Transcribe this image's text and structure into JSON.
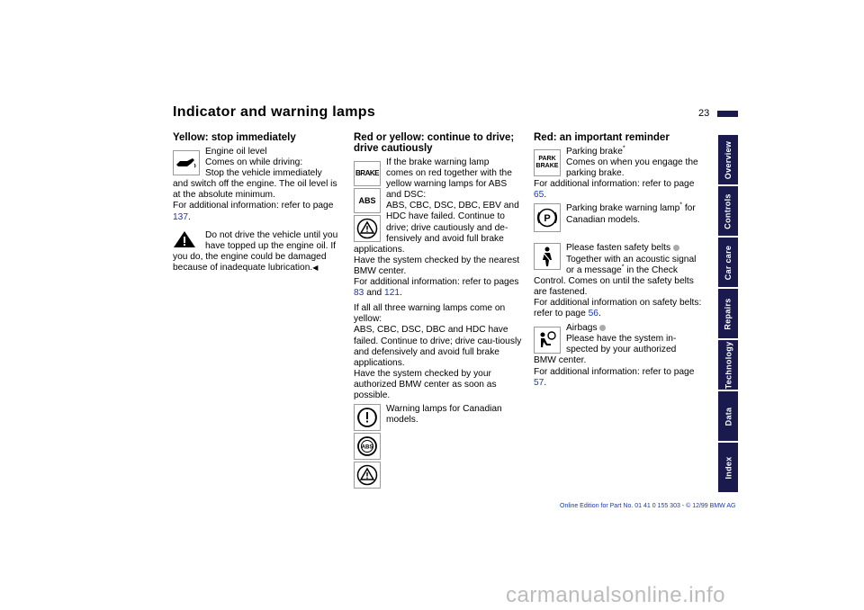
{
  "page": {
    "title": "Indicator and warning lamps",
    "number": "23"
  },
  "colors": {
    "accent": "#1a1a4e",
    "link": "#1a3aa8"
  },
  "left": {
    "heading": "Yellow: stop immediately",
    "oil_icon": "engine-oil-icon",
    "oil_lines": [
      "Engine oil level",
      "Comes on while driving:",
      "Stop the vehicle immediately"
    ],
    "oil_body": "and switch off the engine. The oil level is at the absolute minimum.",
    "oil_info": "For additional information: refer to page",
    "oil_page": "137",
    "warn_icon": "warning-triangle-icon",
    "warn_lines": [
      "Do not drive the vehicle until you",
      "have topped up the engine oil. If"
    ],
    "warn_body": "you do, the engine could be damaged because of inadequate lubrication.",
    "end_mark": "◀"
  },
  "middle": {
    "heading": "Red or yellow: continue to drive; drive cautiously",
    "brake_icon_text": "BRAKE",
    "abs_icon_text": "ABS",
    "lines": [
      "If the brake warning lamp",
      "comes on red together with the",
      "yellow warning lamps for ABS",
      "and DSC:",
      "ABS, CBC, DSC, DBC, EBV and",
      "HDC have failed. Continue to",
      "drive; drive cautiously and de-",
      "fensively and avoid full brake"
    ],
    "body1": "applications.",
    "body2": "Have the system checked by the nearest BMW center.",
    "body3": "For additional information: refer to pages",
    "page_a": "83",
    "and": "and",
    "page_b": "121",
    "para2": "If all all three warning lamps come on yellow:",
    "para2b": "ABS, CBC, DSC, DBC and HDC have failed. Continue to drive; drive cau-tiously and defensively and avoid full brake applications.",
    "para2c": "Have the system checked by your authorized BMW center as soon as possible.",
    "canada": [
      "Warning lamps for Canadian",
      "models."
    ]
  },
  "right": {
    "heading": "Red: an important reminder",
    "park_icon_text": [
      "PARK",
      "BRAKE"
    ],
    "park_lines": [
      "Parking brake",
      "Comes on when you engage the",
      "parking brake."
    ],
    "park_info": "For additional information: refer to page",
    "park_page": "65",
    "p_lamp": [
      "Parking brake warning lamp",
      " for",
      "Canadian models."
    ],
    "p_icon_text": "P",
    "belt_lines": [
      "Please fasten safety belts",
      "Together with an acoustic signal",
      "or a message",
      " in the Check"
    ],
    "belt_body": "Control. Comes on until the safety belts are fastened.",
    "belt_info": "For additional information on safety belts: refer to page",
    "belt_page": "56",
    "airbag_lines": [
      "Airbags",
      "Please have the system in-",
      "spected by your authorized"
    ],
    "airbag_body": "BMW center.",
    "airbag_info": "For additional information: refer to page",
    "airbag_page": "57",
    "asterisk": "*"
  },
  "tabs": [
    "Overview",
    "Controls",
    "Car care",
    "Repairs",
    "Technology",
    "Data",
    "Index"
  ],
  "footer": "Online Edition for Part No. 01 41 0 155 303 - © 12/99 BMW AG",
  "watermark": "carmanualsonline.info"
}
